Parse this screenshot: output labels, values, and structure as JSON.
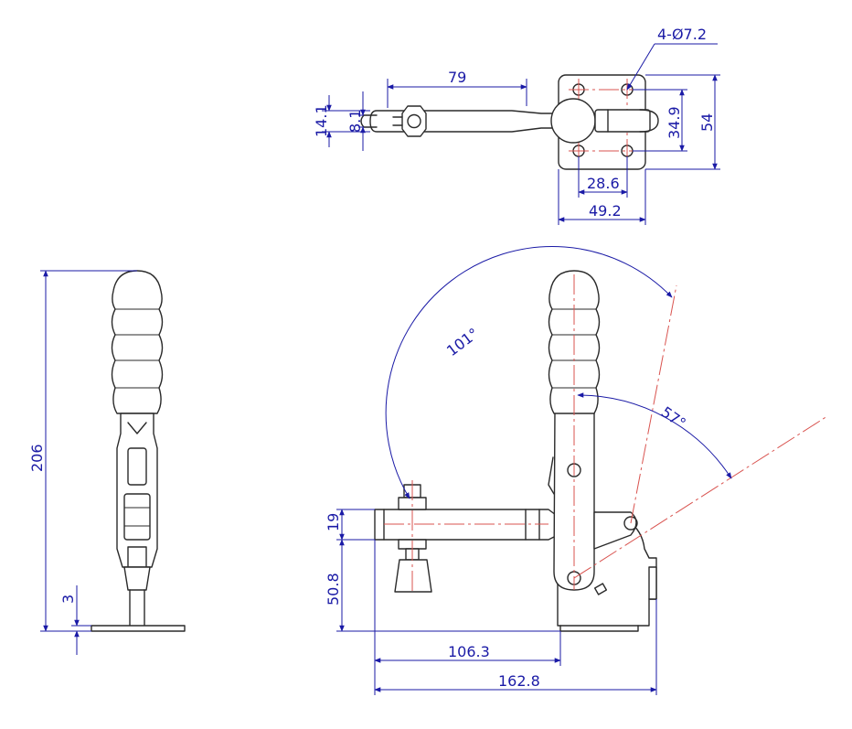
{
  "colors": {
    "outline": "#2a2a2a",
    "dimension": "#1a1aa6",
    "centerline": "#d9534f",
    "background": "#ffffff"
  },
  "dimensions": {
    "top_view": {
      "hole_callout": "4-Ø7.2",
      "arm_length": "79",
      "arm_width": "14.1",
      "tip_width": "8.1",
      "hole_spacing_y": "34.9",
      "base_height": "54",
      "hole_spacing_x": "28.6",
      "base_width": "49.2"
    },
    "side_view": {
      "overall_height": "206",
      "base_thickness": "3"
    },
    "front_view": {
      "open_angle": "101°",
      "release_angle": "57°",
      "bar_height": "19",
      "bar_elevation": "50.8",
      "reach_to_base": "106.3",
      "overall_length": "162.8"
    }
  }
}
